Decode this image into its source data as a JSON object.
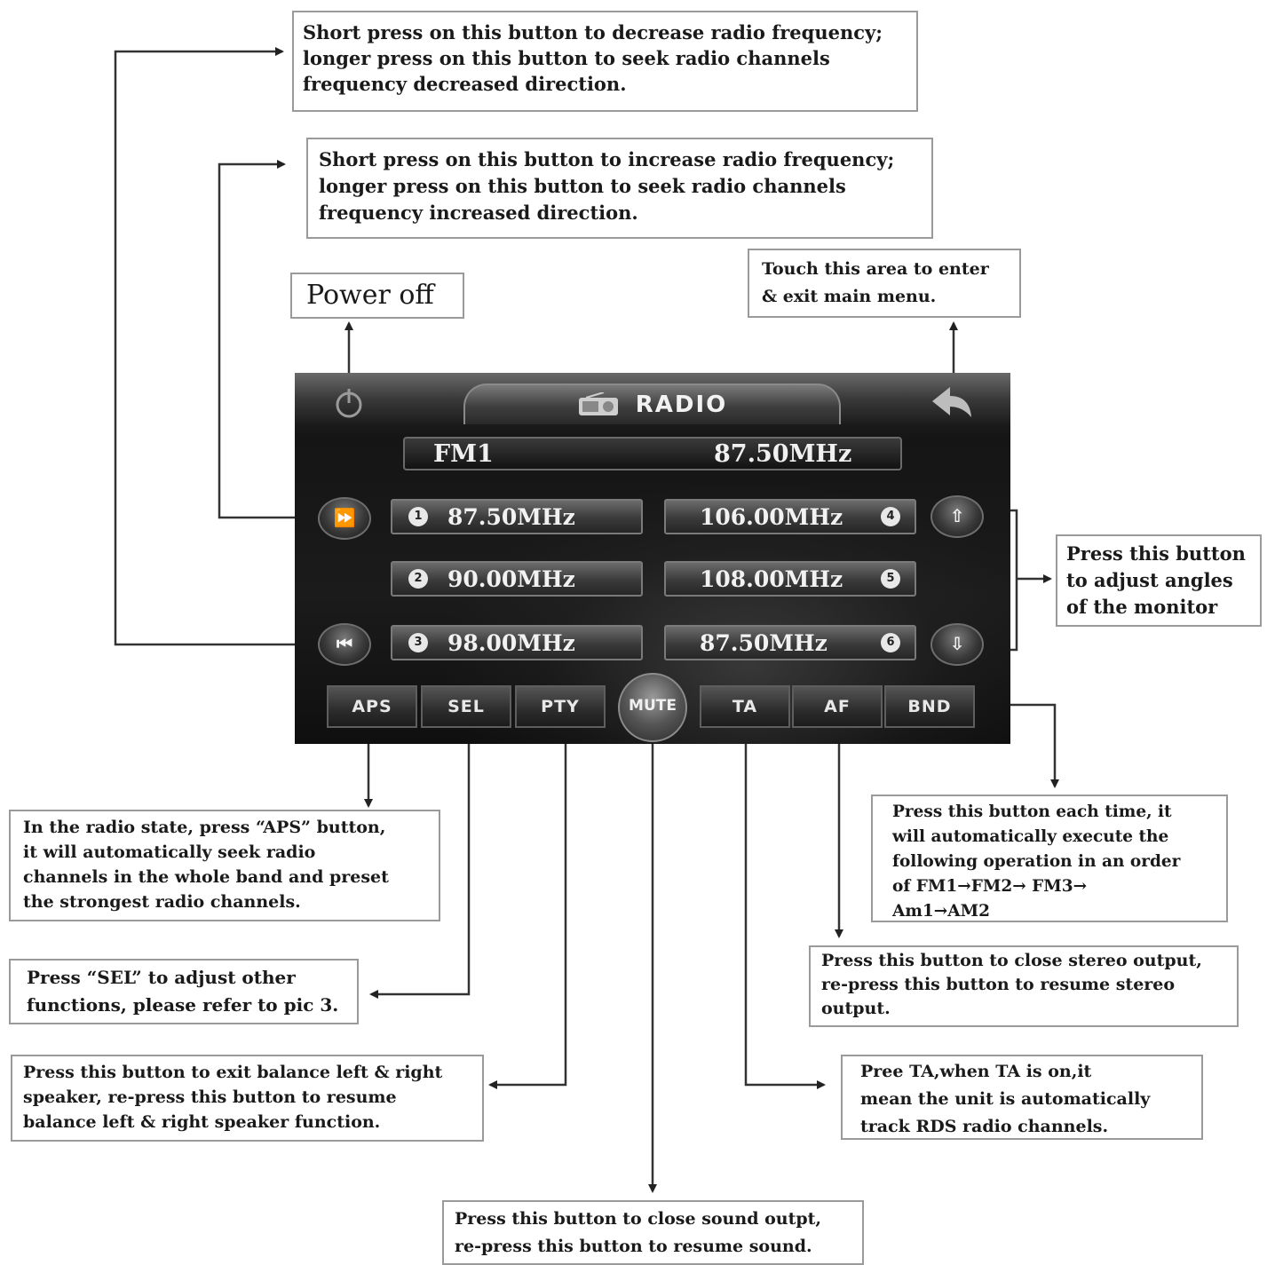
{
  "callouts": {
    "seek_down": "Short press on this button to decrease radio frequency;\nlonger press on this button to seek radio channels\nfrequency decreased direction.",
    "seek_up": "Short press on this button to increase radio frequency;\nlonger press on this button to seek radio channels\nfrequency increased direction.",
    "power": "Power off",
    "menu": "Touch this area to enter\n& exit main menu.",
    "angle": "Press this button\nto adjust angles\nof the monitor",
    "aps": "In the radio state, press “APS” button,\nit will automatically seek radio\nchannels in the whole band and preset\nthe strongest radio channels.",
    "sel": "Press “SEL” to adjust other\nfunctions, please refer to pic 3.",
    "pty": "Press this button to exit balance left & right\nspeaker, re-press this button to resume\nbalance left & right speaker function.",
    "mute": "Press this button to close sound outpt,\nre-press this button to resume sound.",
    "ta": "Pree TA,when TA is on,it\nmean the unit is automatically\ntrack RDS radio channels.",
    "af": "Press this button to close stereo output,\nre-press this button to resume stereo\noutput.",
    "bnd": "Press this button each time, it\nwill automatically execute the\nfollowing operation in an order\nof FM1→FM2→ FM3→\nAm1→AM2"
  },
  "screen": {
    "title": "RADIO",
    "band": "FM1",
    "frequency": "87.50MHz",
    "presets": [
      {
        "num": "1",
        "value": "87.50MHz"
      },
      {
        "num": "2",
        "value": "90.00MHz"
      },
      {
        "num": "3",
        "value": "98.00MHz"
      },
      {
        "num": "4",
        "value": "106.00MHz"
      },
      {
        "num": "5",
        "value": "108.00MHz"
      },
      {
        "num": "6",
        "value": "87.50MHz"
      }
    ],
    "buttons": {
      "aps": "APS",
      "sel": "SEL",
      "pty": "PTY",
      "mute": "MUTE",
      "ta": "TA",
      "af": "AF",
      "bnd": "BND"
    },
    "icons": {
      "power": "power-icon",
      "back": "back-arrow-icon",
      "next": "next-track-icon",
      "prev": "previous-track-icon",
      "up": "up-arrow-icon",
      "down": "down-arrow-icon",
      "radio": "radio-icon"
    }
  }
}
